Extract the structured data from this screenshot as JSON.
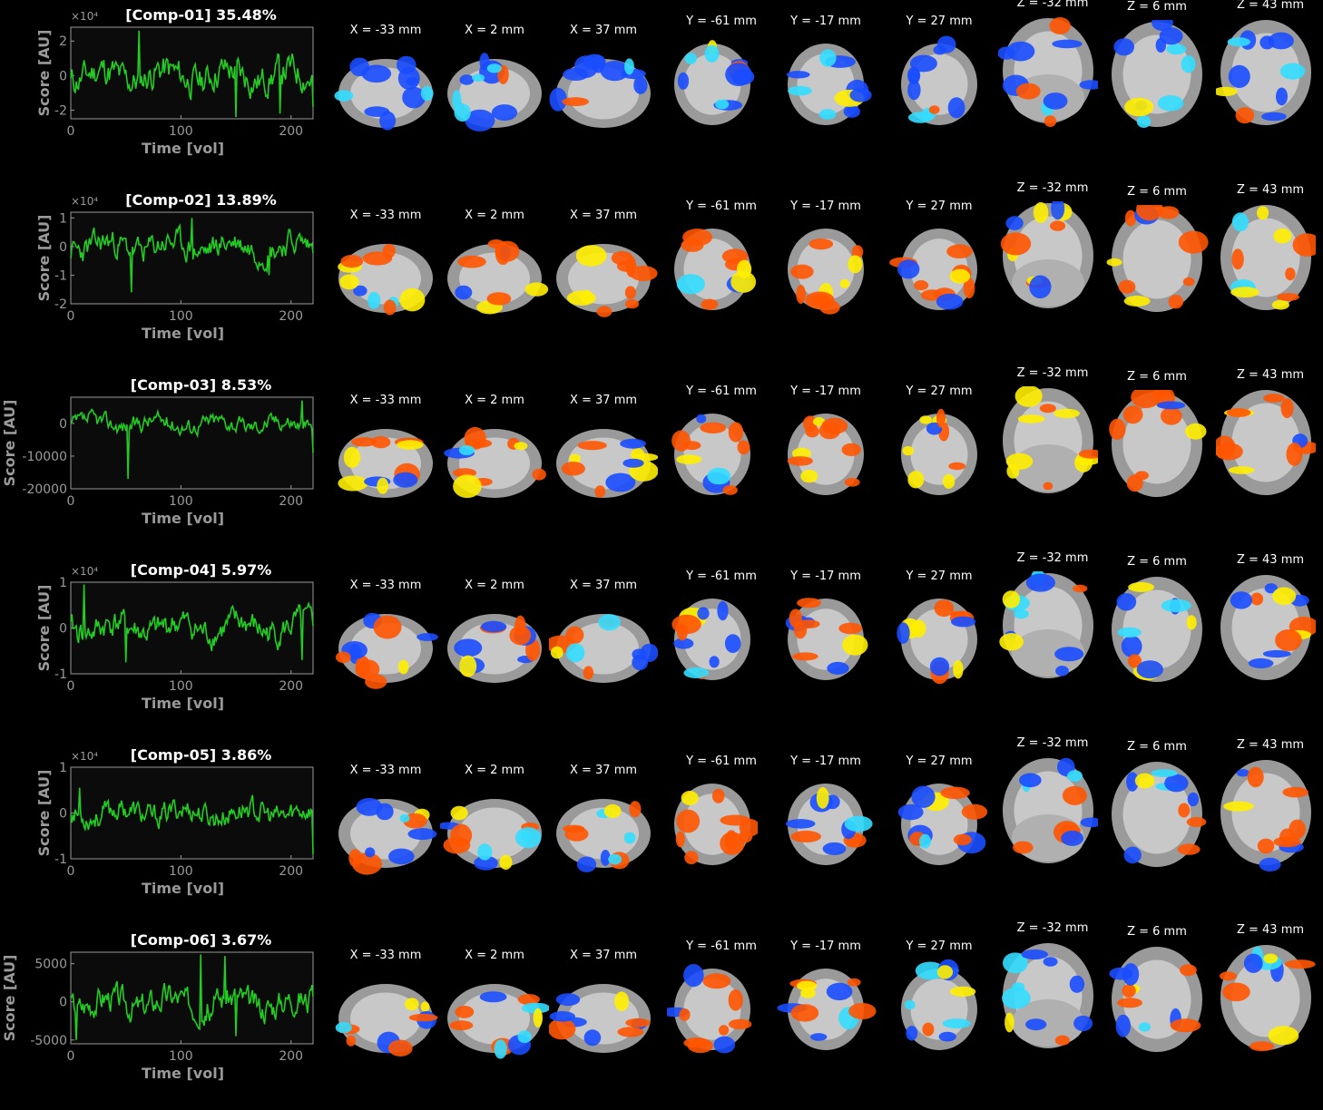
{
  "colors": {
    "background": "#000000",
    "signal": "#22cc22",
    "axis": "#9a9a9a",
    "positive_low": "#ff5500",
    "positive_high": "#ffee00",
    "negative_low": "#1a4dff",
    "negative_high": "#33ddff"
  },
  "slice_labels": [
    "X = -33 mm",
    "X = 2 mm",
    "X = 37 mm",
    "Y = -61 mm",
    "Y = -17 mm",
    "Y = 27 mm",
    "Z = -32 mm",
    "Z = 6 mm",
    "Z = 43 mm"
  ],
  "chart_data": [
    {
      "type": "line",
      "title": "[Comp-01] 35.48%",
      "xlabel": "Time [vol]",
      "ylabel": "Score [AU]",
      "y_exponent": "×10⁴",
      "xlim": [
        0,
        220
      ],
      "ylim": [
        -2.5,
        2.8
      ],
      "xticks": [
        0,
        100,
        200
      ],
      "yticks": [
        -2,
        0,
        2
      ],
      "ytick_labels": [
        "-2",
        "0",
        "2"
      ],
      "polarity": "neg",
      "seed": 11,
      "spikes": [
        [
          62,
          2.6
        ],
        [
          150,
          -2.4
        ],
        [
          190,
          -2.2
        ],
        [
          220,
          -1.8
        ]
      ],
      "amp": 0.9
    },
    {
      "type": "line",
      "title": "[Comp-02] 13.89%",
      "xlabel": "Time [vol]",
      "ylabel": "Score [AU]",
      "y_exponent": "×10⁴",
      "xlim": [
        0,
        220
      ],
      "ylim": [
        -2,
        1.2
      ],
      "xticks": [
        0,
        100,
        200
      ],
      "yticks": [
        -2,
        -1,
        0,
        1
      ],
      "ytick_labels": [
        "-2",
        "-1",
        "0",
        "1"
      ],
      "polarity": "pos",
      "seed": 23,
      "spikes": [
        [
          55,
          -1.6
        ],
        [
          110,
          1.0
        ],
        [
          180,
          -1.0
        ]
      ],
      "amp": 0.45
    },
    {
      "type": "line",
      "title": "[Comp-03] 8.53%",
      "xlabel": "Time [vol]",
      "ylabel": "Score [AU]",
      "y_exponent": "",
      "xlim": [
        0,
        220
      ],
      "ylim": [
        -20000,
        8000
      ],
      "xticks": [
        0,
        100,
        200
      ],
      "yticks": [
        -20000,
        -10000,
        0
      ],
      "ytick_labels": [
        "-20000",
        "-10000",
        "0"
      ],
      "polarity": "pos",
      "seed": 37,
      "spikes": [
        [
          52,
          -17000
        ],
        [
          210,
          7000
        ],
        [
          220,
          -9000
        ]
      ],
      "amp": 2500
    },
    {
      "type": "line",
      "title": "[Comp-04] 5.97%",
      "xlabel": "Time [vol]",
      "ylabel": "Score [AU]",
      "y_exponent": "×10⁴",
      "xlim": [
        0,
        220
      ],
      "ylim": [
        -1,
        1
      ],
      "xticks": [
        0,
        100,
        200
      ],
      "yticks": [
        -1,
        0,
        1
      ],
      "ytick_labels": [
        "-1",
        "0",
        "1"
      ],
      "polarity": "mix",
      "seed": 41,
      "spikes": [
        [
          12,
          0.95
        ],
        [
          50,
          -0.75
        ],
        [
          210,
          -0.7
        ]
      ],
      "amp": 0.3
    },
    {
      "type": "line",
      "title": "[Comp-05] 3.86%",
      "xlabel": "Time [vol]",
      "ylabel": "Score [AU]",
      "y_exponent": "×10⁴",
      "xlim": [
        0,
        220
      ],
      "ylim": [
        -1,
        1
      ],
      "xticks": [
        0,
        100,
        200
      ],
      "yticks": [
        -1,
        0,
        1
      ],
      "ytick_labels": [
        "-1",
        "0",
        "1"
      ],
      "polarity": "mix",
      "seed": 53,
      "spikes": [
        [
          8,
          0.55
        ],
        [
          220,
          -0.9
        ]
      ],
      "amp": 0.25
    },
    {
      "type": "line",
      "title": "[Comp-06] 3.67%",
      "xlabel": "Time [vol]",
      "ylabel": "Score [AU]",
      "y_exponent": "",
      "xlim": [
        0,
        220
      ],
      "ylim": [
        -5500,
        6500
      ],
      "xticks": [
        0,
        100,
        200
      ],
      "yticks": [
        -5000,
        0,
        5000
      ],
      "ytick_labels": [
        "-5000",
        "0",
        "5000"
      ],
      "polarity": "mix",
      "seed": 67,
      "spikes": [
        [
          118,
          6200
        ],
        [
          140,
          6000
        ],
        [
          150,
          -4500
        ],
        [
          5,
          -5000
        ]
      ],
      "amp": 1800
    }
  ]
}
